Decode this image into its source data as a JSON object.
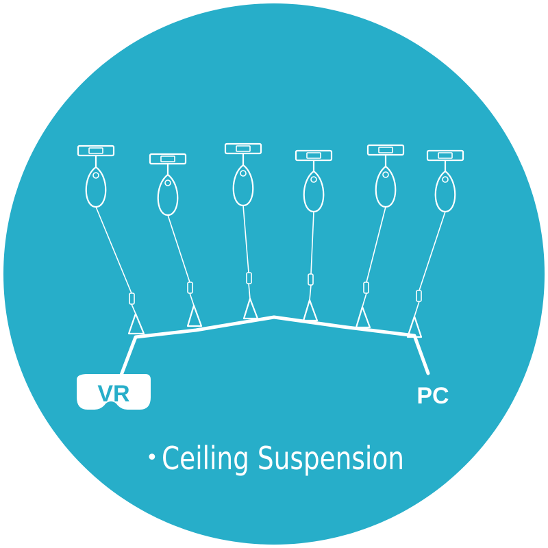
{
  "colors": {
    "background": "#27aec9",
    "line": "#ffffff"
  },
  "labels": {
    "left_device": "VR",
    "right_device": "PC"
  },
  "caption": {
    "bullet": "•",
    "text": "Ceiling Suspension"
  },
  "icons": {
    "ceiling_mount": "ceiling-mount-icon",
    "pulley": "pulley-icon",
    "carabiner": "carabiner-icon",
    "vr_headset": "vr-headset-icon"
  }
}
